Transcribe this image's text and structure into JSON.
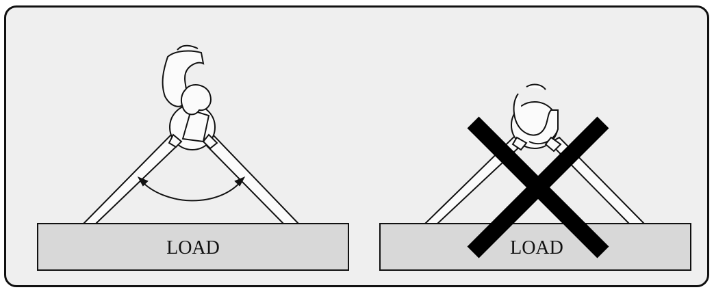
{
  "colors": {
    "background": "#efefef",
    "load_fill": "#d8d8d8",
    "outline": "#111111",
    "cross": "#000000"
  },
  "diagrams": [
    {
      "label": "LOAD",
      "status": "correct",
      "angle_arc": true
    },
    {
      "label": "LOAD",
      "status": "incorrect",
      "crossed_out": true
    }
  ]
}
